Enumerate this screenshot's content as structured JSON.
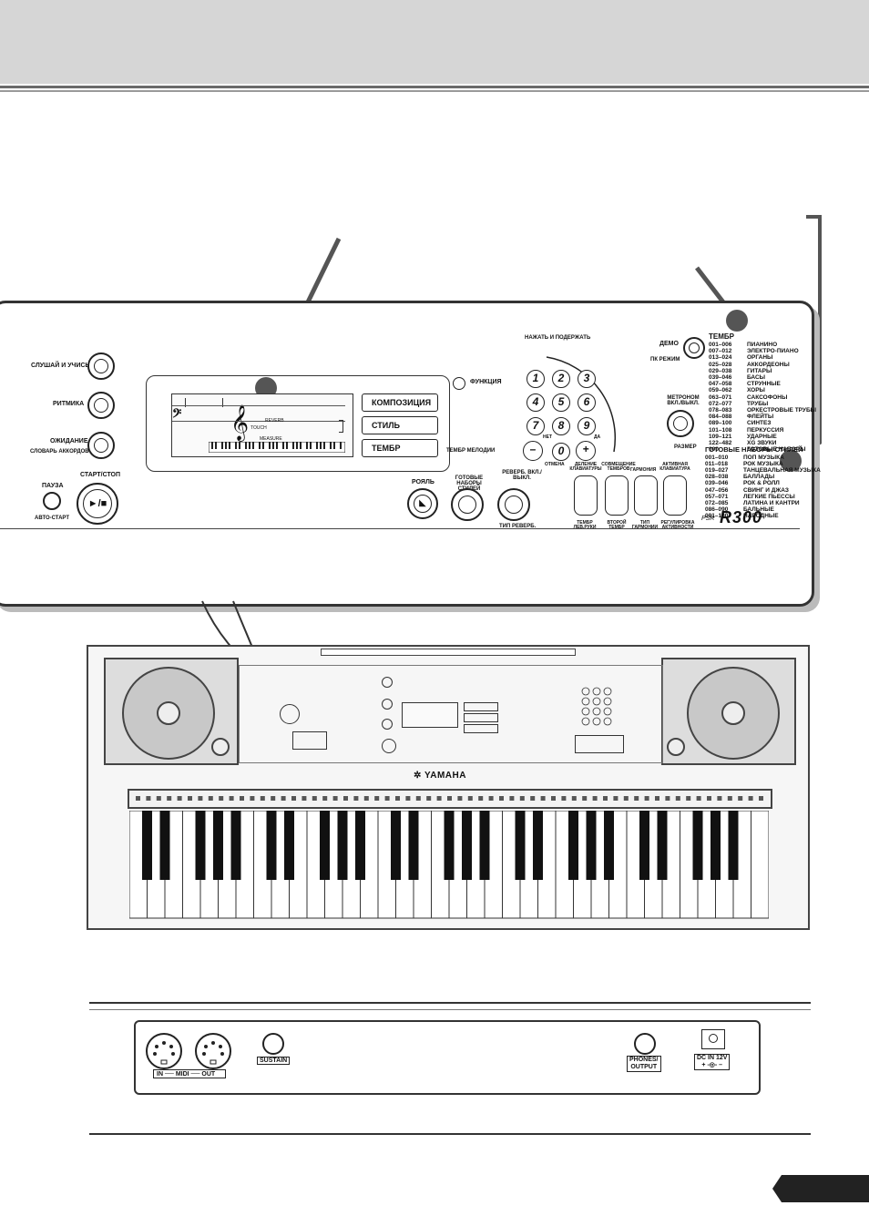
{
  "panel": {
    "listen_learn": "СЛУШАЙ И УЧИСЬ",
    "timing": "РИТМИКА",
    "waiting": "ОЖИДАНИЕ",
    "chord_dictionary": "СЛОВАРЬ АККОРДОВ",
    "pause": "ПАУЗА",
    "auto_start": "АВТО-СТАРТ",
    "start_stop": "СТАРТ/СТОП",
    "start_stop_symbol": "►/■",
    "function": "ФУНКЦИЯ",
    "song": "КОМПОЗИЦИЯ",
    "style": "СТИЛЬ",
    "voice": "ТЕМБР",
    "melody_voice": "ТЕМБР МЕЛОДИИ",
    "piano": "РОЯЛЬ",
    "style_sets": "ГОТОВЫЕ НАБОРЫ СТИЛЕЙ",
    "reverb": "РЕВЕРБ. ВКЛ./ВЫКЛ.",
    "reverb_type": "ТИП РЕВЕРБ.",
    "press_hold": "НАЖАТЬ И ПОДЕРЖАТЬ",
    "no": "НЕТ",
    "yes": "ДА",
    "cancel": "ОТМЕНА",
    "demo": "ДЕМО",
    "pc_mode": "ПК РЕЖИМ",
    "metronome": "МЕТРОНОМ ВКЛ./ВЫКЛ.",
    "time_sig": "РАЗМЕР",
    "split": "ДЕЛЕНИЕ КЛАВИАТУРЫ",
    "dual": "СОВМЕЩЕНИЕ ТЕМБРОВ",
    "harmony": "ГАРМОНИЯ",
    "touch": "АКТИВНАЯ КЛАВИАТУРА",
    "split_voice": "ТЕМБР ЛЕВ.РУКИ",
    "dual_voice": "ВТОРОЙ ТЕМБР",
    "harmony_type": "ТИП ГАРМОНИИ",
    "touch_sens": "РЕГУЛИРОВКА АКТИВНОСТИ",
    "model": "R300",
    "model_prefix": "PSR",
    "display_reverb": "REVERB",
    "display_touch": "TOUCH",
    "display_measure": "MEASURE",
    "numbers": [
      "1",
      "2",
      "3",
      "4",
      "5",
      "6",
      "7",
      "8",
      "9",
      "–",
      "0",
      "+"
    ]
  },
  "voice_list": {
    "title": "ТЕМБР",
    "rows": [
      [
        "001–006",
        "ПИАНИНО"
      ],
      [
        "007–012",
        "ЭЛЕКТРО-ПИАНО"
      ],
      [
        "013–024",
        "ОРГАНЫ"
      ],
      [
        "025–028",
        "АККОРДЕОНЫ"
      ],
      [
        "029–038",
        "ГИТАРЫ"
      ],
      [
        "039–046",
        "БАСЫ"
      ],
      [
        "047–058",
        "СТРУННЫЕ"
      ],
      [
        "059–062",
        "ХОРЫ"
      ],
      [
        "063–071",
        "САКСОФОНЫ"
      ],
      [
        "072–077",
        "ТРУБЫ"
      ],
      [
        "078–083",
        "ОРКЕСТРОВЫЕ ТРУБЫ"
      ],
      [
        "084–088",
        "ФЛЕЙТЫ"
      ],
      [
        "089–100",
        "СИНТЕЗ"
      ],
      [
        "101–108",
        "ПЕРКУССИЯ"
      ],
      [
        "109–121",
        "УДАРНЫЕ"
      ],
      [
        "122–482",
        "XG ЗВУКИ"
      ],
      [
        "000",
        "ГОТОВЫЕ НАБОРЫ"
      ]
    ]
  },
  "style_list": {
    "title": "ГОТОВЫЕ НАБОРЫ СТИЛЕЙ",
    "rows": [
      [
        "001–010",
        "ПОП МУЗЫКА"
      ],
      [
        "011–018",
        "РОК МУЗЫКА"
      ],
      [
        "019–027",
        "ТАНЦЕВАЛЬНАЯ МУЗЫКА"
      ],
      [
        "028–038",
        "БАЛЛАДЫ"
      ],
      [
        "039–046",
        "РОК & РОЛЛ"
      ],
      [
        "047–056",
        "СВИНГ И ДЖАЗ"
      ],
      [
        "057–071",
        "ЛЕГКИЕ ПЬЕССЫ"
      ],
      [
        "072–085",
        "ЛАТИНА И КАНТРИ"
      ],
      [
        "086–090",
        "БАЛЬНЫЕ"
      ],
      [
        "091–100",
        "НАРОДНЫЕ"
      ]
    ]
  },
  "keyboard": {
    "brand": "YAMAHA"
  },
  "rear": {
    "in": "IN",
    "midi": "MIDI",
    "out": "OUT",
    "sustain": "SUSTAIN",
    "phones": "PHONES/",
    "output": "OUTPUT",
    "dc_in": "DC IN 12V",
    "polarity": "+ -◎- –"
  }
}
